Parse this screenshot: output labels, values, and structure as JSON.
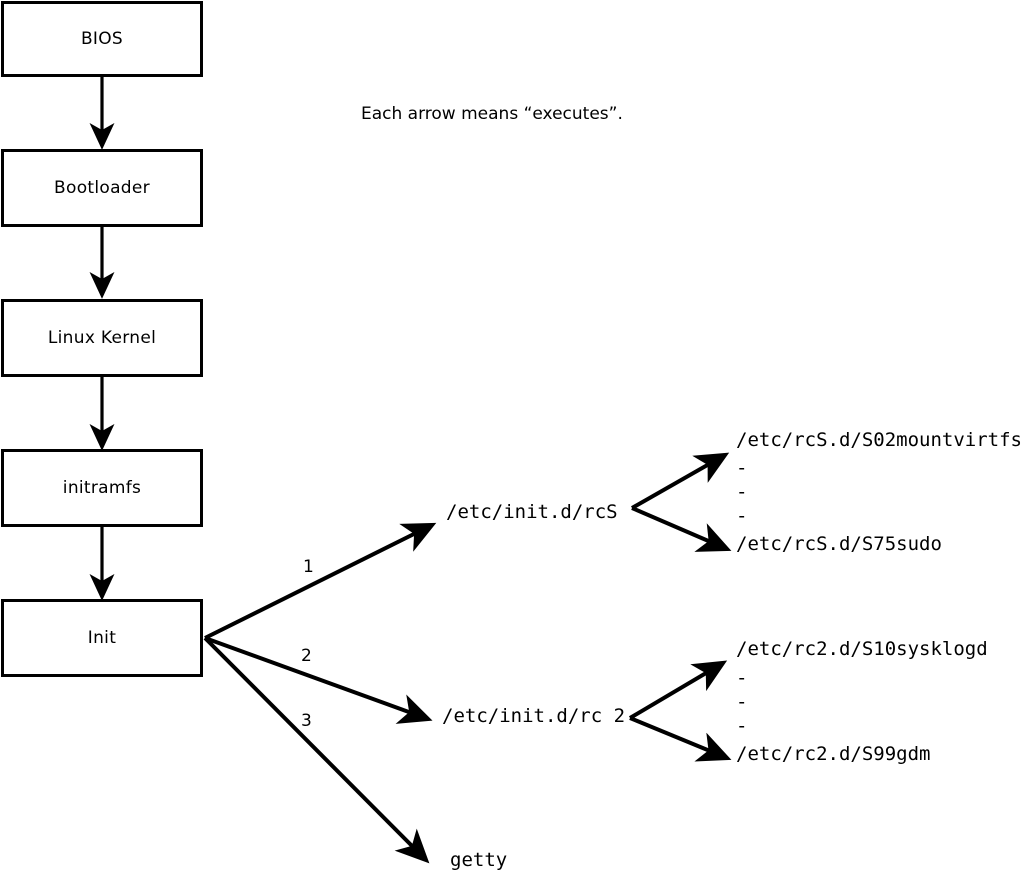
{
  "diagram": {
    "title_caption": "Each arrow means “executes”.",
    "boot_chain": [
      {
        "label": "BIOS"
      },
      {
        "label": "Bootloader"
      },
      {
        "label": "Linux Kernel"
      },
      {
        "label": "initramfs"
      },
      {
        "label": "Init"
      }
    ],
    "branch_numbers": {
      "one": "1",
      "two": "2",
      "three": "3"
    },
    "init_targets": [
      {
        "label": "/etc/init.d/rcS"
      },
      {
        "label": "/etc/init.d/rc 2"
      },
      {
        "label": "getty"
      }
    ],
    "rcs_scripts": {
      "first": "/etc/rcS.d/S02mountvirtfs",
      "last": "/etc/rcS.d/S75sudo",
      "ellipsis": [
        "-",
        "-",
        "-"
      ]
    },
    "rc2_scripts": {
      "first": "/etc/rc2.d/S10sysklogd",
      "last": "/etc/rc2.d/S99gdm",
      "ellipsis": [
        "-",
        "-",
        "-"
      ]
    },
    "colors": {
      "stroke": "#000000",
      "background": "#ffffff"
    }
  }
}
